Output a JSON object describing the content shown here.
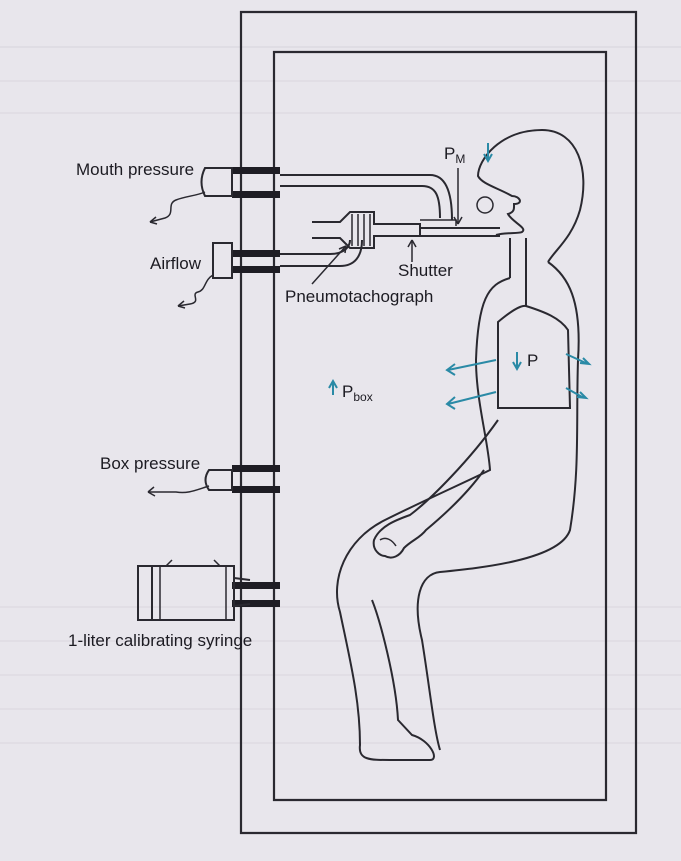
{
  "labels": {
    "mouth_pressure": "Mouth pressure",
    "airflow": "Airflow",
    "shutter": "Shutter",
    "pneumotachograph": "Pneumotachograph",
    "pm_main": "P",
    "pm_sub": "M",
    "p": "P",
    "pbox_main": "P",
    "pbox_sub": "box",
    "box_pressure": "Box pressure",
    "syringe": "1-liter calibrating syringe"
  },
  "colors": {
    "arrow": "#2a8aa6",
    "ink": "#2a2930",
    "paper": "#e8e6ec"
  }
}
